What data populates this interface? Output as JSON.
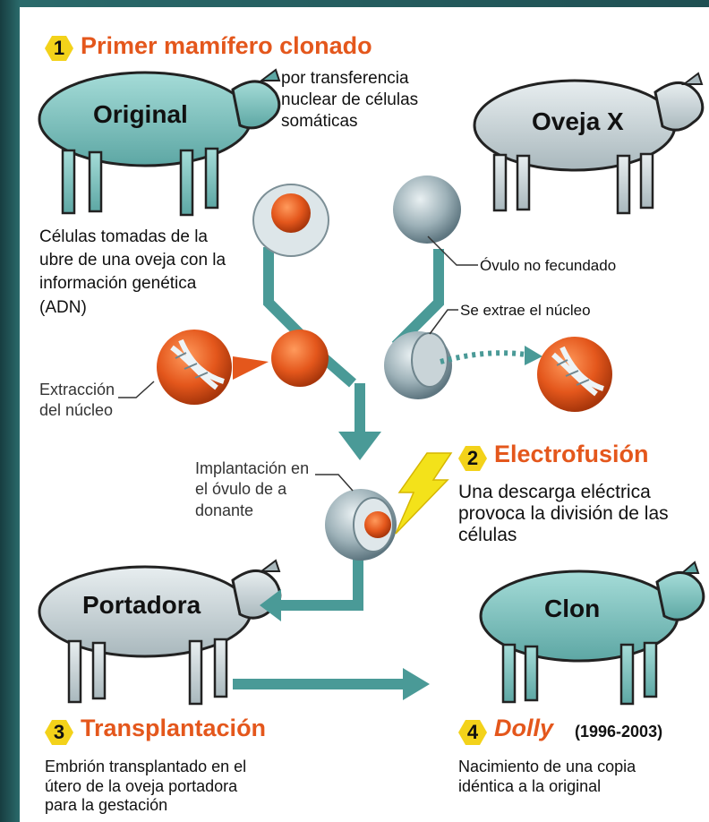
{
  "steps": [
    {
      "number": "1",
      "title": "Primer mamífero clonado",
      "subtitle": "por transferencia nuclear de células somáticas"
    },
    {
      "number": "2",
      "title": "Electrofusión",
      "description": "Una descarga eléctrica provoca la división de las células"
    },
    {
      "number": "3",
      "title": "Transplantación",
      "description": "Embrión transplantado en el útero de la oveja portadora para la gestación"
    },
    {
      "number": "4",
      "title": "Dolly",
      "years": "(1996-2003)",
      "description": "Nacimiento de una copia idéntica a la original"
    }
  ],
  "sheep": {
    "original": "Original",
    "donor": "Oveja X",
    "surrogate": "Portadora",
    "clone": "Clon"
  },
  "labels": {
    "cells_taken": "Células tomadas de la ubre de una oveja con la información genética (ADN)",
    "unfertilized_egg": "Óvulo no fecundado",
    "nucleus_removed": "Se extrae el núcleo",
    "nucleus_extraction": "Extracción del núcleo",
    "implantation": "Implantación en el óvulo de a donante"
  },
  "colors": {
    "accent": "#e4571c",
    "badge": "#f3d21a",
    "teal": "#4a9a97",
    "sheep_teal": "#7ec3c0",
    "sheep_gray": "#c9d6da"
  }
}
